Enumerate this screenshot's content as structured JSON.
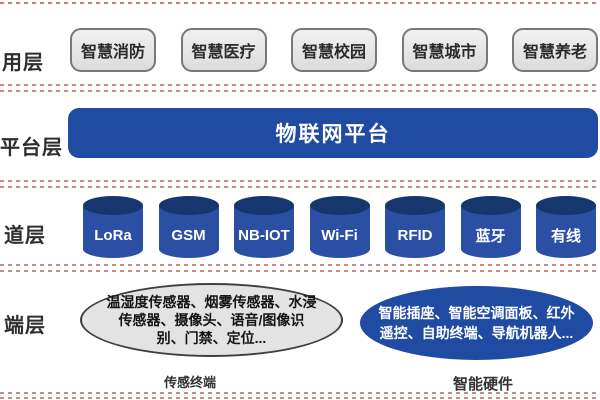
{
  "diagram": {
    "title_hint": "IoT layered architecture diagram",
    "colors": {
      "accent_blue": "#1f4ba3",
      "cylinder_body_blue": "#2a4fa3",
      "cylinder_top_navy": "#16366f",
      "box_gray": "#e3e3e3",
      "separator_red": "#c98a8a",
      "text_dark": "#2e2e2e"
    },
    "layers": {
      "application": {
        "label": "用层",
        "items": [
          "智慧消防",
          "智慧医疗",
          "智慧校园",
          "智慧城市",
          "智慧养老"
        ]
      },
      "platform": {
        "label": "平台层",
        "platform_name": "物联网平台"
      },
      "channel": {
        "label": "道层",
        "items": [
          "LoRa",
          "GSM",
          "NB-IOT",
          "Wi-Fi",
          "RFID",
          "蓝牙",
          "有线"
        ]
      },
      "terminal": {
        "label": "端层",
        "sensor_group": {
          "text": "温湿度传感器、烟雾传感器、水浸传感器、摄像头、语音/图像识别、门禁、定位...",
          "caption": "传感终端"
        },
        "hardware_group": {
          "text": "智能插座、智能空调面板、红外遥控、自助终端、导航机器人...",
          "caption": "智能硬件"
        }
      }
    }
  }
}
